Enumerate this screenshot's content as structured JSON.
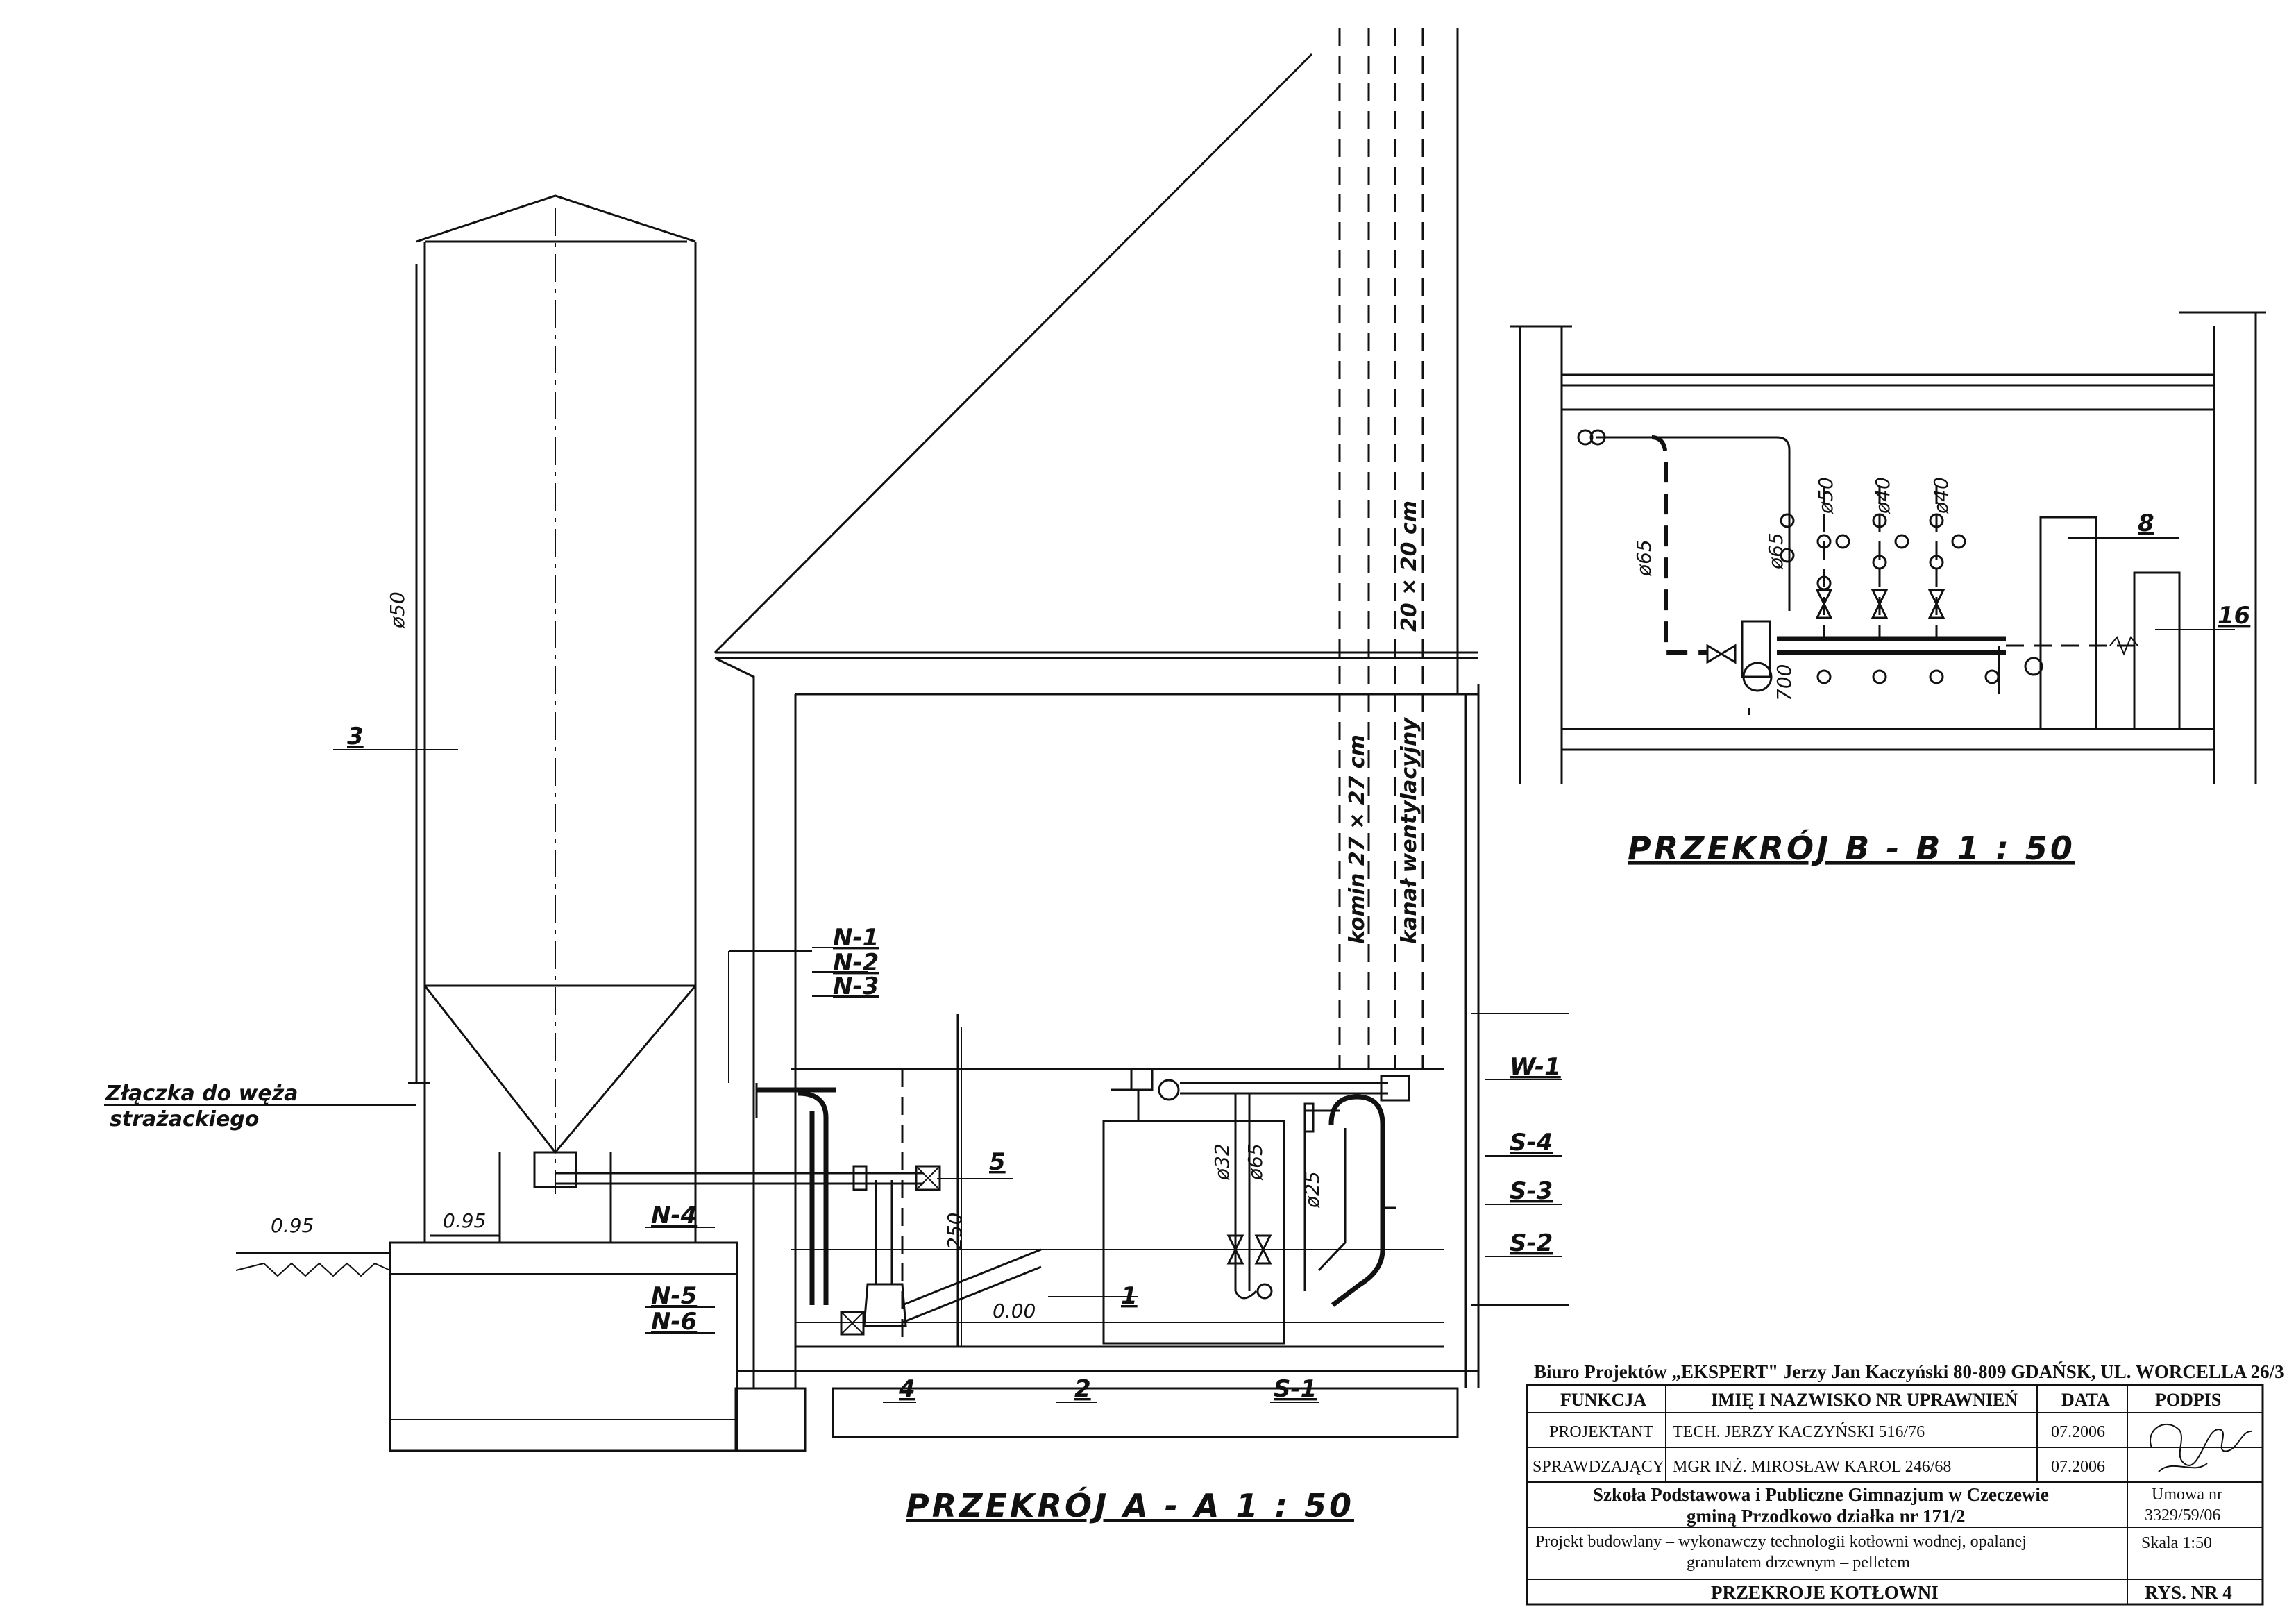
{
  "section_a": {
    "title": "PRZEKRÓJ  A - A    1 : 50",
    "labels": {
      "silo": "3",
      "diam50": "ø50",
      "hose_line1": "Złączka do węża",
      "hose_line2": "strażackiego",
      "level_095_left": "0.95",
      "level_095_mid": "0.95",
      "level_000": "0.00",
      "dim_250": "250",
      "n1": "N-1",
      "n2": "N-2",
      "n3": "N-3",
      "n4": "N-4",
      "n5": "N-5",
      "n6": "N-6",
      "item5": "5",
      "item1": "1",
      "item2": "2",
      "item4": "4",
      "w1": "W-1",
      "s1": "S-1",
      "s2": "S-2",
      "s3": "S-3",
      "s4": "S-4",
      "d32": "ø32",
      "d65": "ø65",
      "d25": "ø25",
      "chimney": "komin  27 × 27 cm",
      "vent": "kanał  wentylacyjny",
      "vent_size": "20 × 20 cm"
    }
  },
  "section_b": {
    "title": "PRZEKRÓJ  B - B    1 : 50",
    "labels": {
      "d65_main": "ø65",
      "d65_branch": "ø65",
      "d50": "ø50",
      "d40_a": "ø40",
      "d40_b": "ø40",
      "dim_700": "700",
      "item8": "8",
      "item16": "16"
    }
  },
  "title_block": {
    "office": "Biuro Projektów „EKSPERT\" Jerzy Jan Kaczyński   80-809 GDAŃSK, UL. WORCELLA 26/3",
    "headers": [
      "FUNKCJA",
      "IMIĘ I NAZWISKO  NR UPRAWNIEŃ",
      "DATA",
      "PODPIS"
    ],
    "rows": [
      {
        "function": "PROJEKTANT",
        "name": "TECH. JERZY  KACZYŃSKI    516/76",
        "date": "07.2006"
      },
      {
        "function": "SPRAWDZAJĄCY",
        "name": "MGR INŻ. MIROSŁAW  KAROL    246/68",
        "date": "07.2006"
      }
    ],
    "school_line1": "Szkoła Podstawowa i Publiczne Gimnazjum w Czeczewie",
    "school_line2": "gminą Przodkowo działka nr 171/2",
    "contract_label": "Umowa nr",
    "contract_no": "3329/59/06",
    "project_line1": "Projekt budowlany – wykonawczy technologii kotłowni wodnej, opalanej",
    "project_line2": "granulatem drzewnym – pelletem",
    "scale": "Skala 1:50",
    "drawing_title": "PRZEKROJE  KOTŁOWNI",
    "drawing_no": "RYS. NR 4"
  }
}
